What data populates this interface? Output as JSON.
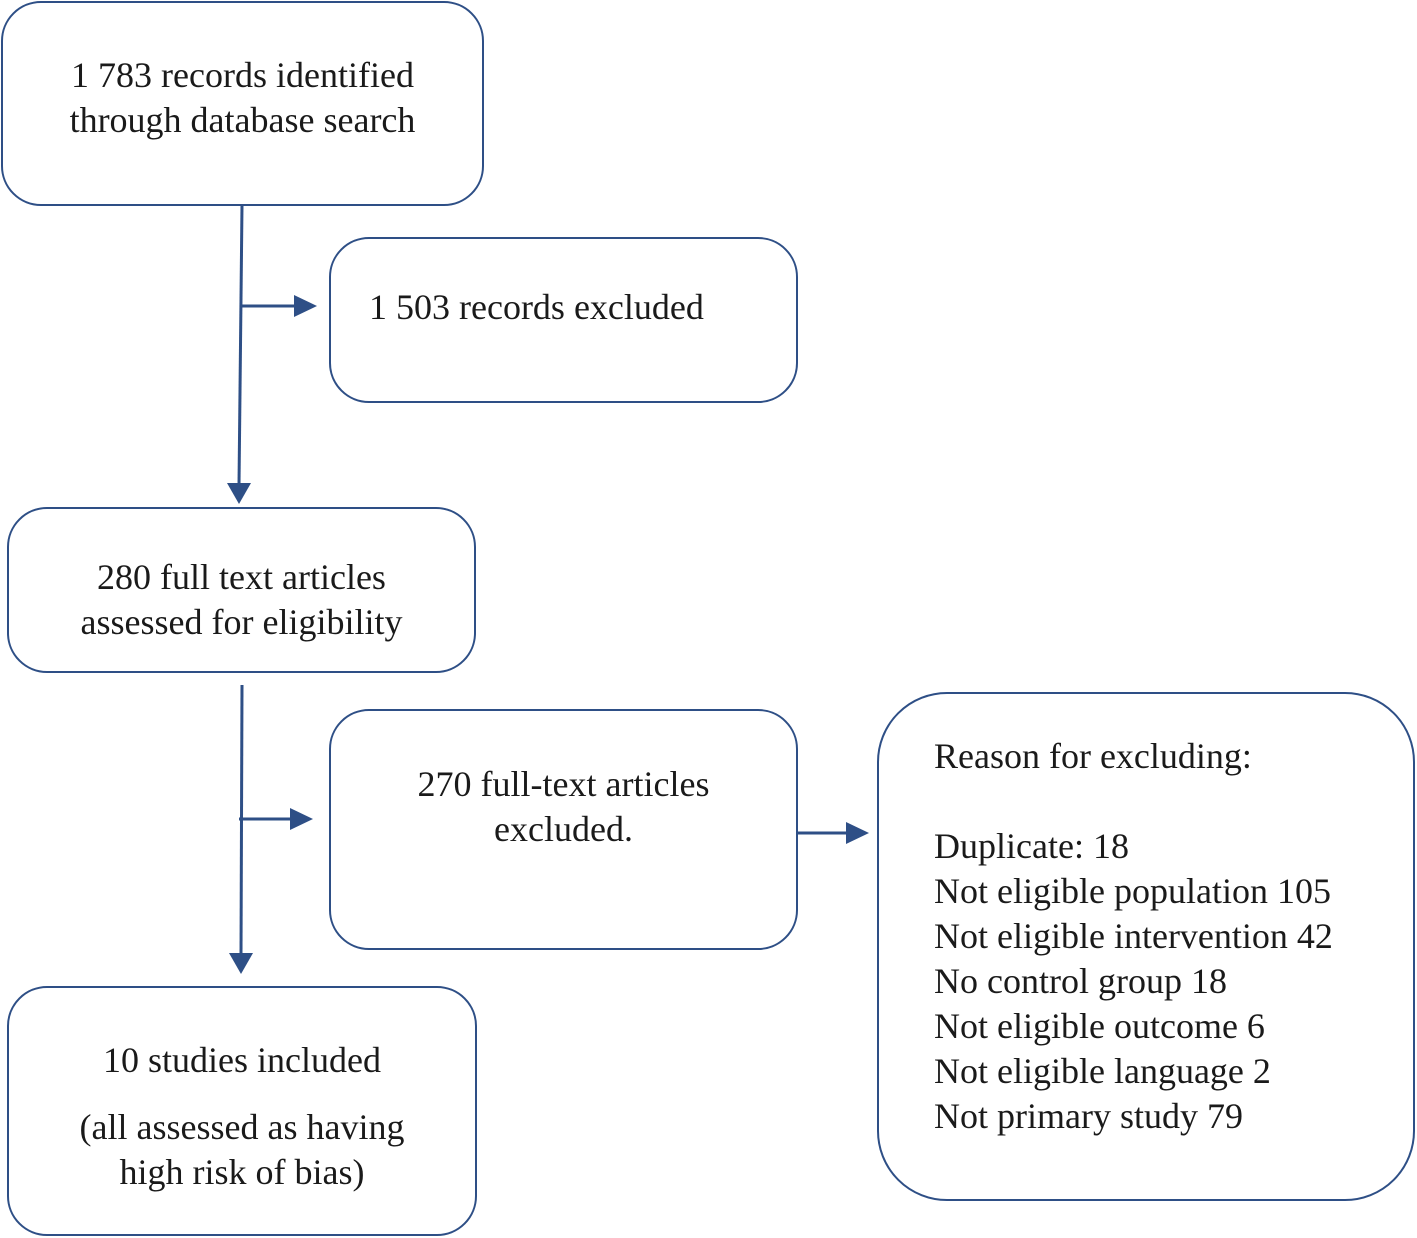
{
  "boxes": {
    "identified": {
      "line1": "1 783 records identified",
      "line2": "through database search"
    },
    "excluded_records": {
      "line1": "1 503 records excluded"
    },
    "assessed": {
      "line1": "280 full text articles",
      "line2": "assessed for eligibility"
    },
    "excluded_fulltext": {
      "line1": "270 full-text articles",
      "line2": "excluded."
    },
    "included": {
      "line1": "10 studies included",
      "line2": "(all assessed as having",
      "line3": "high risk of bias)"
    },
    "reasons": {
      "heading": "Reason for excluding:",
      "items": [
        "Duplicate: 18",
        "Not eligible population 105",
        "Not eligible intervention 42",
        "No control group 18",
        "Not eligible outcome 6",
        "Not eligible language 2",
        "Not primary study 79"
      ]
    }
  },
  "colors": {
    "border": "#2e4f86",
    "arrow": "#2e4f86",
    "text": "#1a1a1a"
  }
}
